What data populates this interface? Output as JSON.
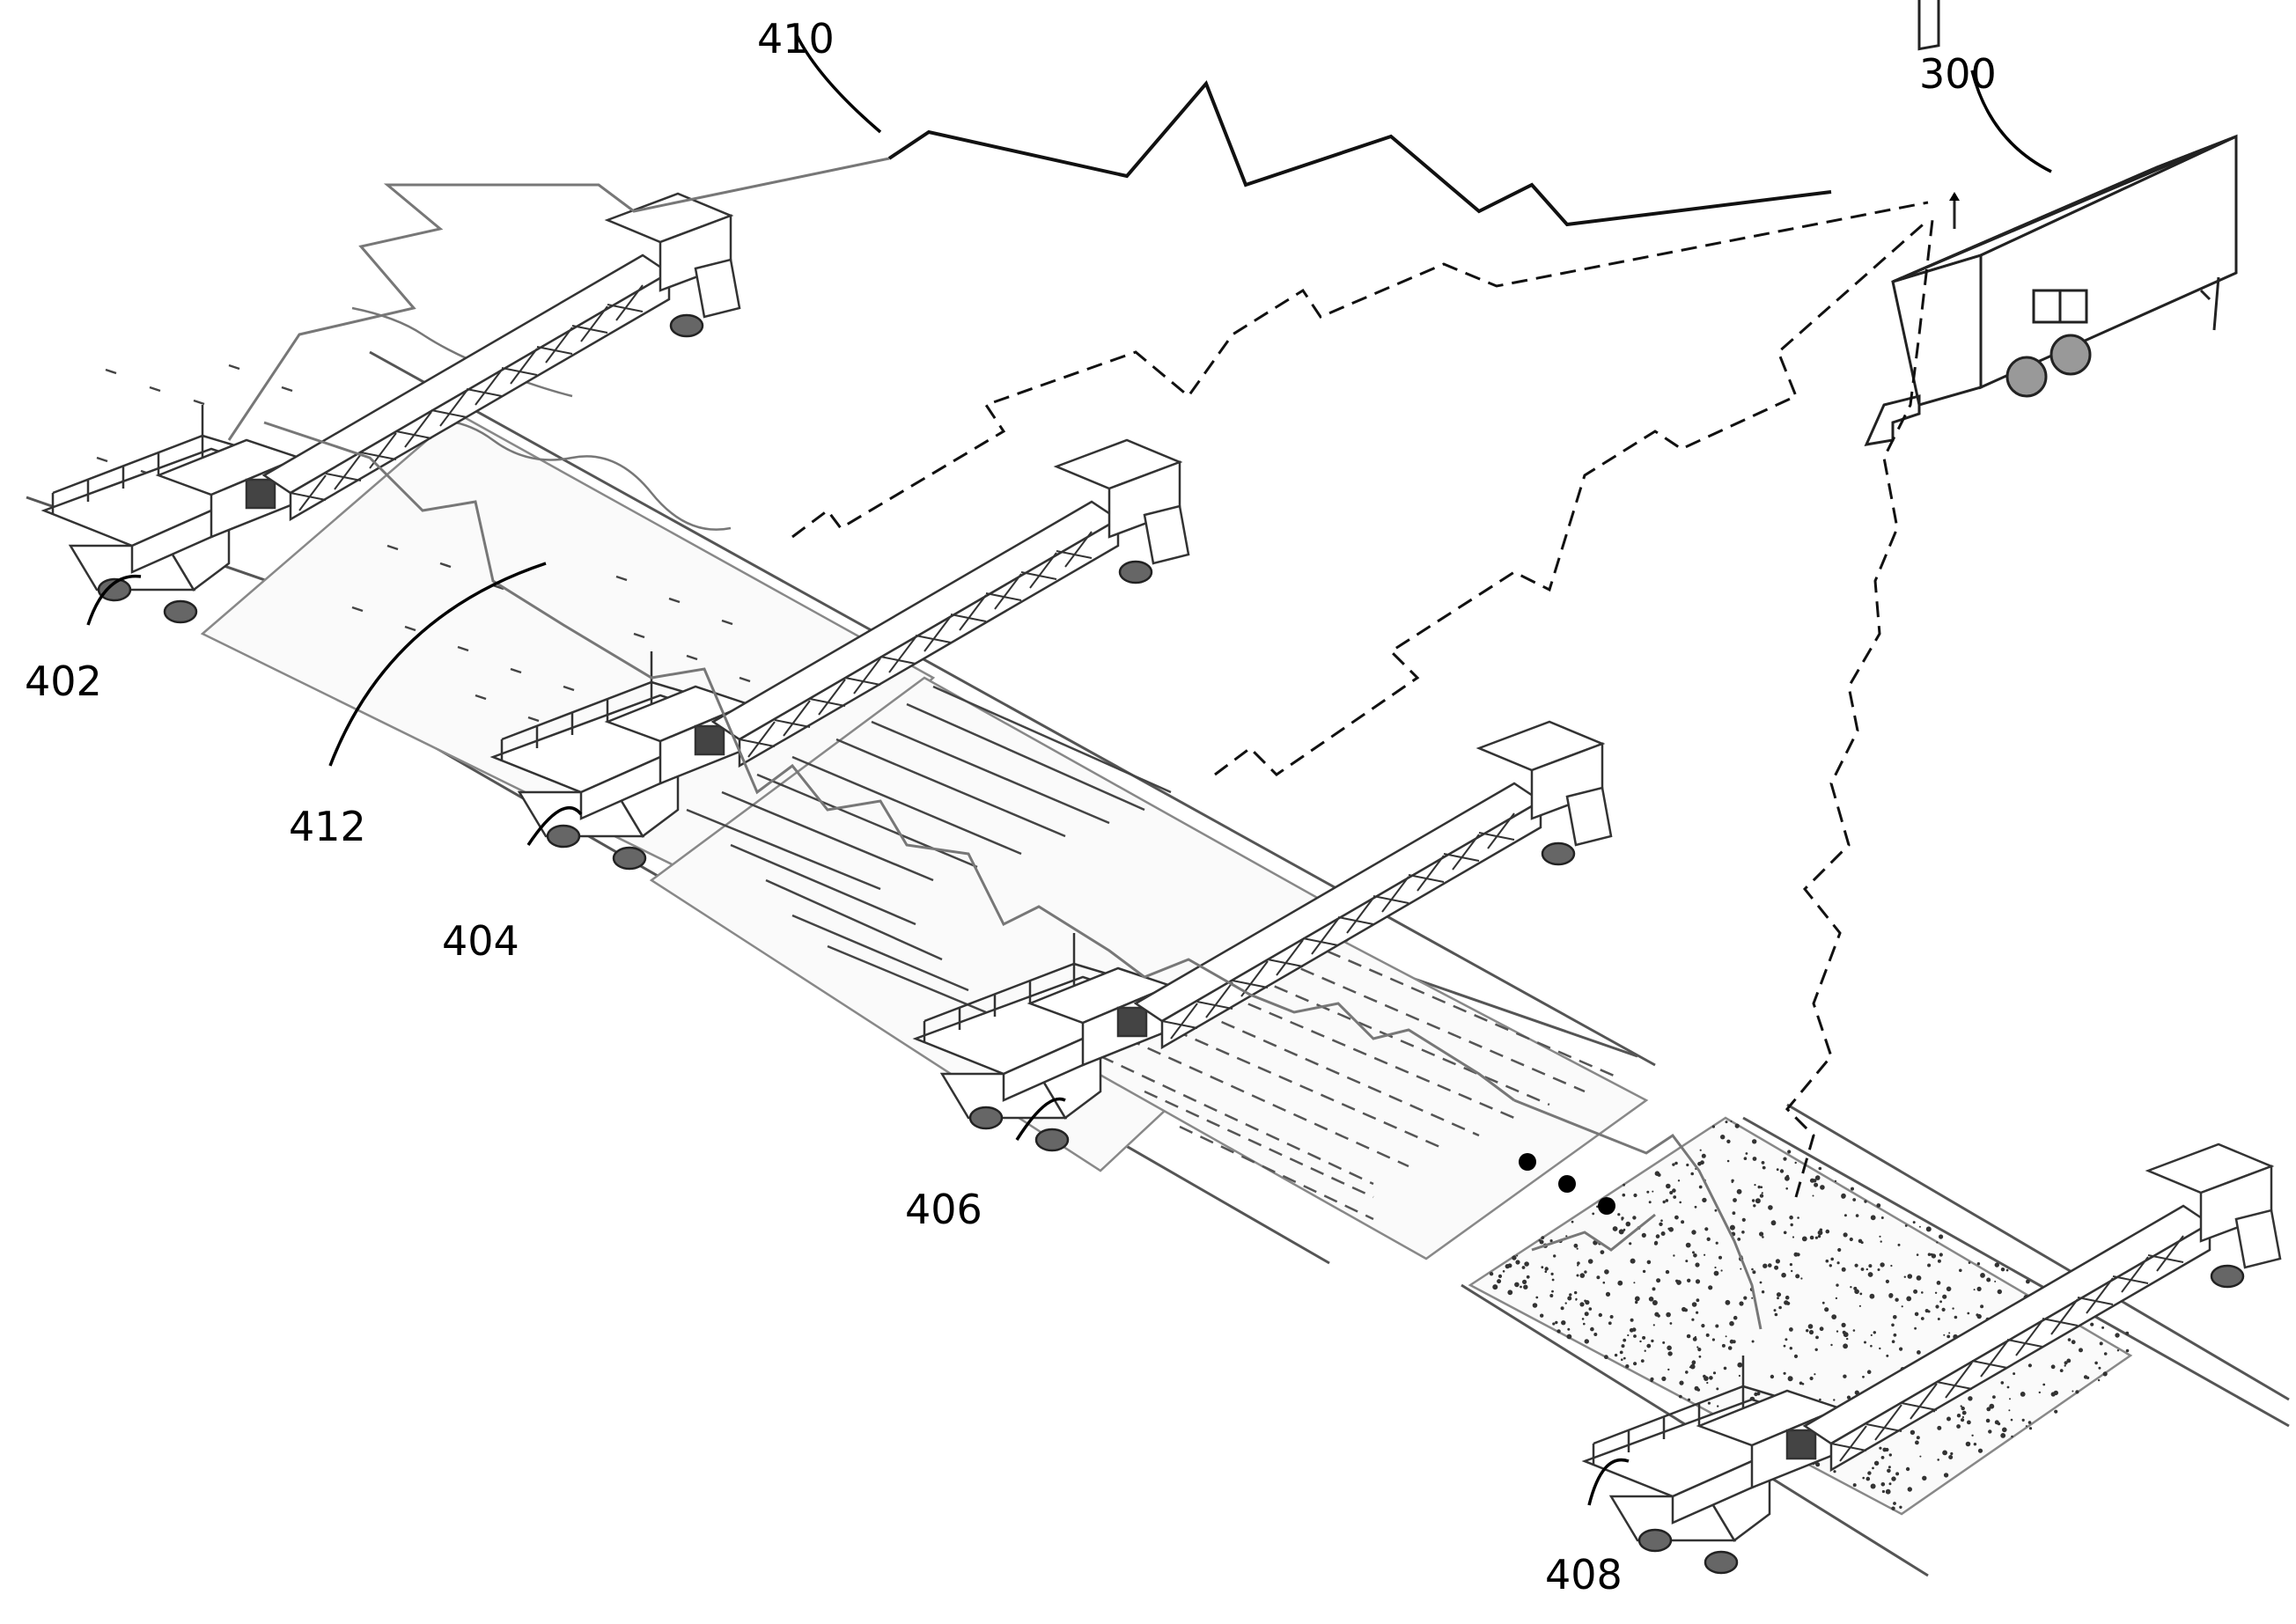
{
  "figure": {
    "labels": {
      "trailer": "300",
      "machine_1": "402",
      "machine_2": "404",
      "machine_3": "406",
      "machine_4": "408",
      "wireless_link": "410",
      "crop_field": "412"
    }
  }
}
